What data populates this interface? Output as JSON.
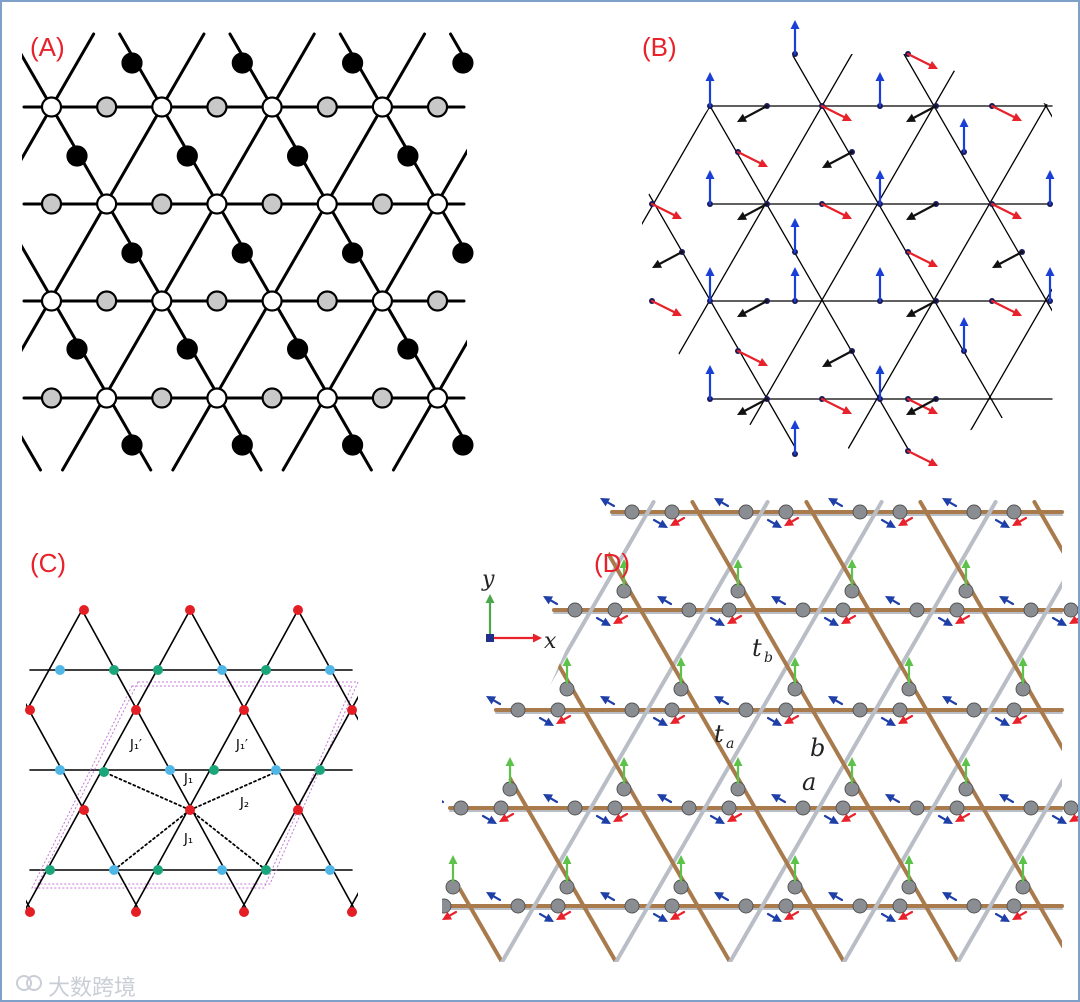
{
  "panels": {
    "a": {
      "label": "(A)"
    },
    "b": {
      "label": "(B)"
    },
    "c": {
      "label": "(C)",
      "j1p_left": "J₁′",
      "j1p_right": "J₁′",
      "j1_top": "J₁",
      "j1_bottom": "J₁",
      "j2": "J₂"
    },
    "d": {
      "label": "(D)",
      "axis_y": "y",
      "axis_x": "x",
      "tb": "t_b",
      "ta": "t_a",
      "b": "b",
      "a": "a"
    }
  },
  "colors": {
    "label": "#e8212a",
    "site_black": "#000000",
    "site_gray": "#c8c8c8",
    "site_white": "#ffffff",
    "spin_blue": "#1a3fd6",
    "spin_red": "#e8212a",
    "spin_black": "#111111",
    "c_red": "#e31e24",
    "c_cyan": "#4fb6e6",
    "c_green": "#1aa67a",
    "c_cell": "#c47ad6",
    "d_bond_gray": "#b9bec6",
    "d_bond_brown": "#a87a4c",
    "d_atom": "#8a8d92",
    "d_green": "#5cc24a",
    "d_red": "#e8212a",
    "d_blue": "#1f3fa8"
  },
  "watermark": {
    "text": "大数跨境",
    "icon": "logo-icon"
  }
}
